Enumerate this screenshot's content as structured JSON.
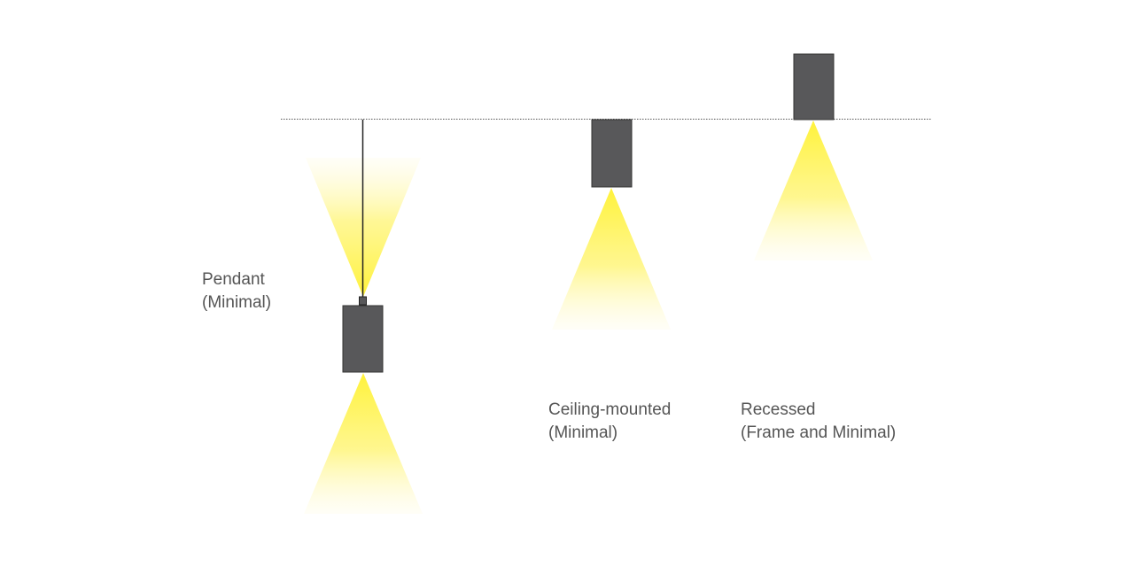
{
  "colors": {
    "fixture": "#58585a",
    "light": "#fff23a",
    "ceiling_line": "#555555",
    "label_text": "#555555"
  },
  "fixtures": [
    {
      "id": "pendant",
      "name_line": "Pendant",
      "variant_line": "(Minimal)",
      "mounting": "pendant",
      "beams": [
        "up",
        "down"
      ]
    },
    {
      "id": "ceiling-mounted",
      "name_line": "Ceiling-mounted",
      "variant_line": "(Minimal)",
      "mounting": "surface",
      "beams": [
        "down"
      ]
    },
    {
      "id": "recessed",
      "name_line": "Recessed",
      "variant_line": "(Frame and Minimal)",
      "mounting": "recessed",
      "beams": [
        "down"
      ]
    }
  ]
}
